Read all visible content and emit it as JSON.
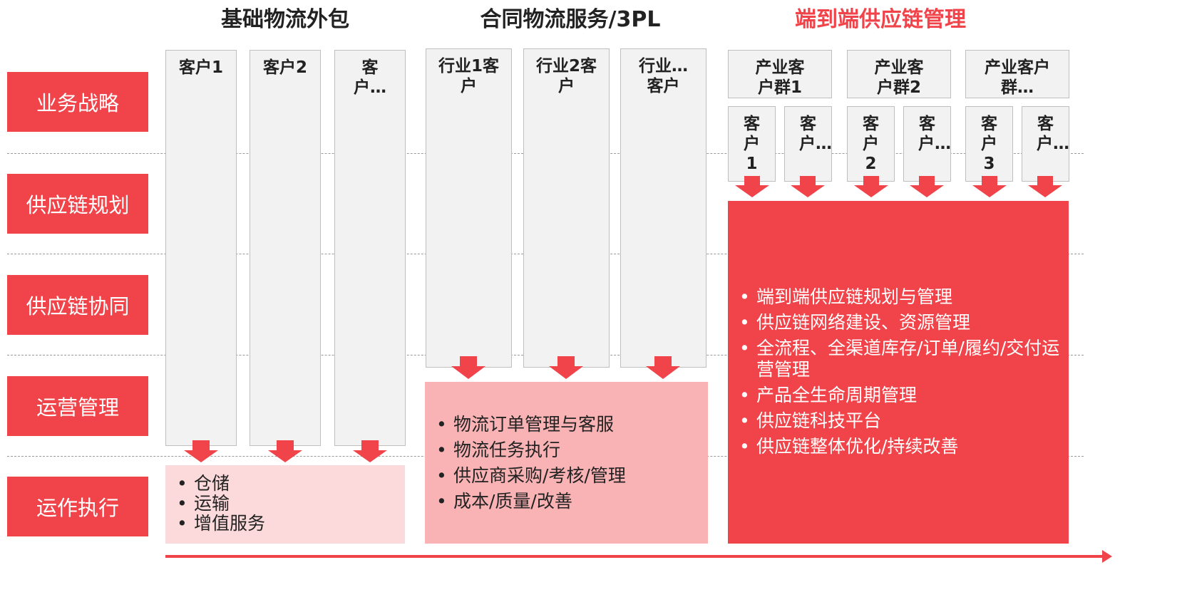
{
  "headers": {
    "col1": "基础物流外包",
    "col2": "合同物流服务/3PL",
    "col3": "端到端供应链管理"
  },
  "colors": {
    "accent_red": "#f0444a",
    "mid_pink": "#f9b3b5",
    "light_pink": "#fcd9da",
    "panel_gray": "#f2f2f2"
  },
  "row_labels": [
    "业务战略",
    "供应链规划",
    "供应链协同",
    "运营管理",
    "运作执行"
  ],
  "basic": {
    "customers": [
      "客户1",
      "客户2",
      "客户…"
    ],
    "services": [
      "仓储",
      "运输",
      "增值服务"
    ]
  },
  "contract": {
    "customers": [
      "行业1客户",
      "行业2客户",
      "行业…客户"
    ],
    "services": [
      "物流订单管理与客服",
      "物流任务执行",
      "供应商采购/考核/管理",
      "成本/质量/改善"
    ]
  },
  "e2e": {
    "groups": [
      "产业客户群1",
      "产业客户群2",
      "产业客户群…"
    ],
    "customers": [
      "客户1",
      "客户…",
      "客户2",
      "客户…",
      "客户3",
      "客户…"
    ],
    "services": [
      "端到端供应链规划与管理",
      "供应链网络建设、资源管理",
      "全流程、全渠道库存/订单/履约/交付运营管理",
      "产品全生命周期管理",
      "供应链科技平台",
      "供应链整体优化/持续改善"
    ]
  }
}
